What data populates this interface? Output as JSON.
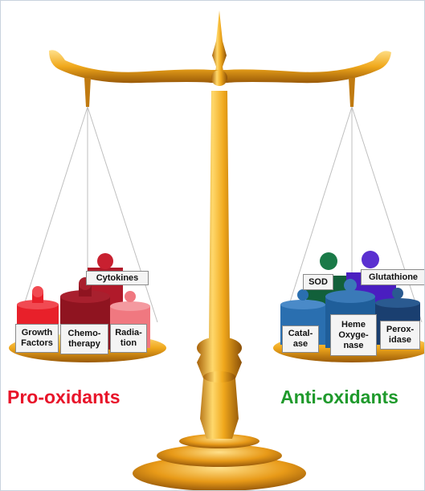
{
  "colors": {
    "pro_text": "#e8142a",
    "anti_text": "#1f9a2c",
    "gold_light": "#ffd86b",
    "gold_mid": "#f0a81c",
    "gold_dark": "#a8630a"
  },
  "groups": {
    "pro": {
      "title": "Pro-oxidants"
    },
    "anti": {
      "title": "Anti-oxidants"
    }
  },
  "pro_weights": [
    {
      "label": "Growth\nFactors",
      "color": "#e8202a"
    },
    {
      "label": "Chemo-\ntherapy",
      "color": "#8f1420"
    },
    {
      "label": "Cytokines",
      "color": "#b01a2a"
    },
    {
      "label": "Radia-\ntion",
      "color": "#f07880"
    }
  ],
  "anti_weights": [
    {
      "label": "SOD",
      "color": "#12603a"
    },
    {
      "label": "Glutathione",
      "color": "#4a1ec0"
    },
    {
      "label": "Catal-\nase",
      "color": "#2a6fb0"
    },
    {
      "label": "Heme\nOxyge-\nnase",
      "color": "#1f5e9a"
    },
    {
      "label": "Perox-\nidase",
      "color": "#1a3f70"
    }
  ]
}
